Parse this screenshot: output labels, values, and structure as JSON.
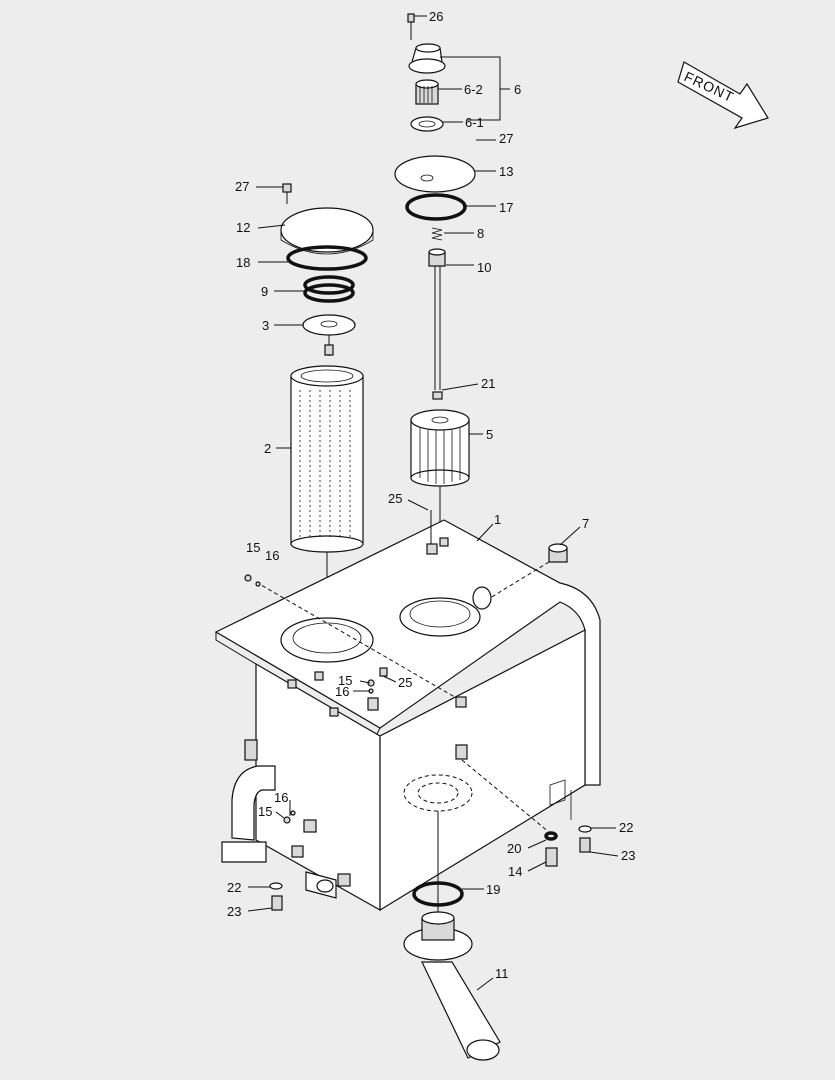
{
  "front_arrow": {
    "label": "FRONT"
  },
  "callouts": {
    "c26": "26",
    "c6": "6",
    "c6_2": "6-2",
    "c6_1": "6-1",
    "c27a": "27",
    "c13": "13",
    "c17": "17",
    "c8": "8",
    "c10": "10",
    "c27b": "27",
    "c12": "12",
    "c18": "18",
    "c9": "9",
    "c3": "3",
    "c21": "21",
    "c5": "5",
    "c2": "2",
    "c25a": "25",
    "c1": "1",
    "c7": "7",
    "c15a": "15",
    "c16a": "16",
    "c15b": "15",
    "c16b": "16",
    "c25b": "25",
    "c16c": "16",
    "c15c": "15",
    "c22a": "22",
    "c23a": "23",
    "c20": "20",
    "c14": "14",
    "c19": "19",
    "c22b": "22",
    "c23b": "23",
    "c11": "11"
  }
}
